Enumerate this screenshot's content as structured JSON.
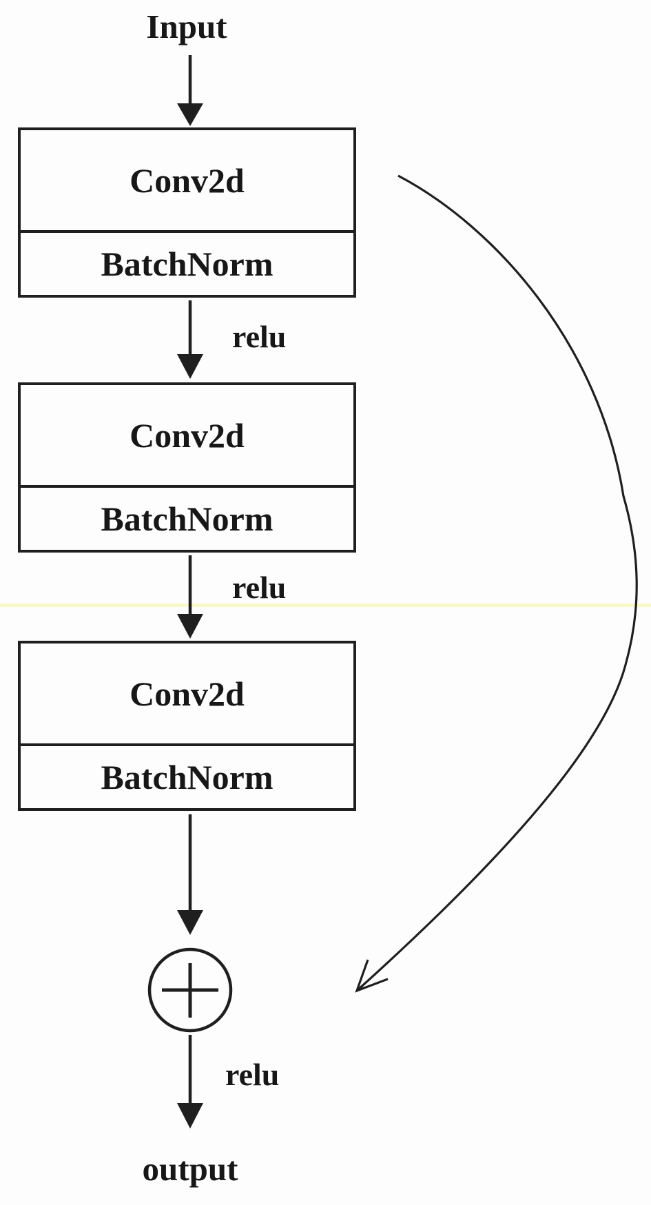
{
  "colors": {
    "line": "#1f1f1f",
    "text": "#171717",
    "background": "#fdfdfd",
    "highlight_line": "#fafac8"
  },
  "diagram": {
    "input_label": "Input",
    "output_label": "output",
    "blocks": [
      {
        "layer1": "Conv2d",
        "layer2": "BatchNorm"
      },
      {
        "layer1": "Conv2d",
        "layer2": "BatchNorm"
      },
      {
        "layer1": "Conv2d",
        "layer2": "BatchNorm"
      }
    ],
    "relu_labels": [
      "relu",
      "relu",
      "relu"
    ],
    "sum_node": {
      "symbol": "+"
    },
    "icons": {
      "sum_node": "plus-in-circle-icon",
      "flow_arrows": "down-arrow-icon",
      "skip_connection": "curved-arrow-icon"
    }
  }
}
